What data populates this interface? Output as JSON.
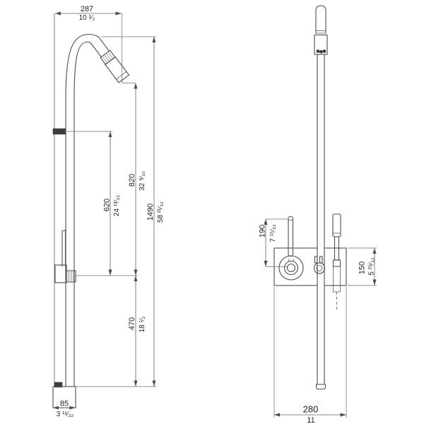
{
  "drawing": {
    "type": "technical-dimension-drawing",
    "subject": "floor-standing shower column, side view and front view",
    "colors": {
      "background": "#ffffff",
      "fixture_line": "#4d4d4d",
      "dimension_line": "#606060",
      "text": "#1f1f1f"
    },
    "dims": {
      "top_width": {
        "mm": "287",
        "in": "10 ¹⁄₂"
      },
      "total_height": {
        "mm": "1490",
        "in": "58 ²¹⁄₃₂"
      },
      "head_to_holder": {
        "mm": "820",
        "in": "32 ⁹⁄₃₂"
      },
      "inlet_to_holder": {
        "mm": "620",
        "in": "24 ¹³⁄₃₂"
      },
      "holder_to_base": {
        "mm": "470",
        "in": "18 ¹⁄₂"
      },
      "base_depth": {
        "mm": "85",
        "in": "3 ¹¹⁄₃₂"
      },
      "lever_height": {
        "mm": "190",
        "in": "7 ¹⁵⁄₃₂"
      },
      "plate_height": {
        "mm": "150",
        "in": "5 ²⁹⁄₃₂"
      },
      "plate_width": {
        "mm": "280",
        "in": "11"
      }
    }
  }
}
